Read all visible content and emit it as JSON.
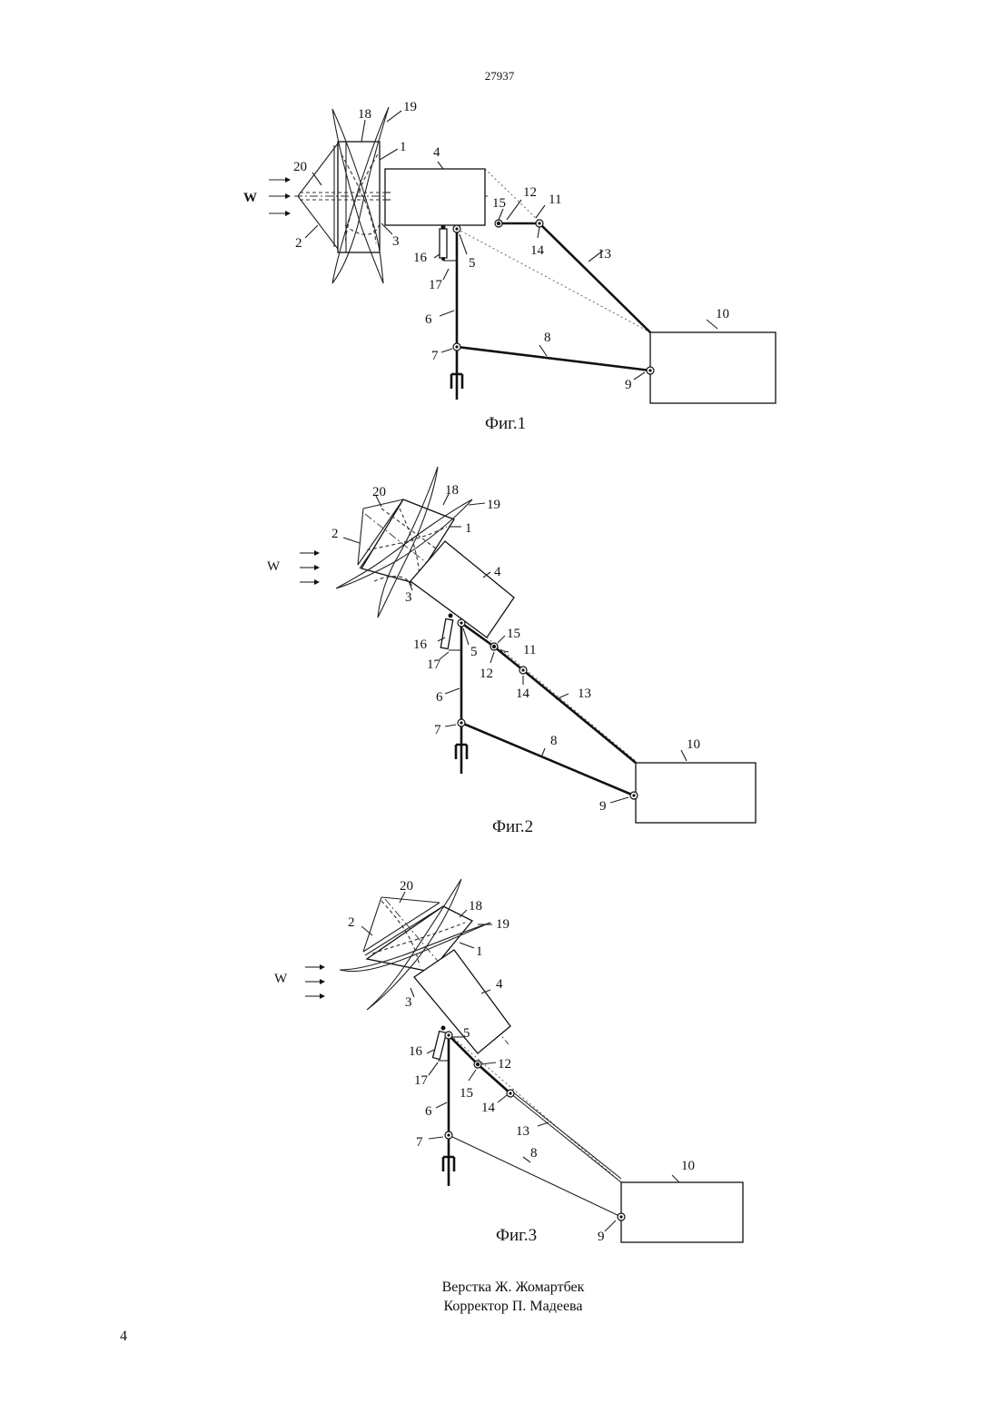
{
  "header": {
    "page_code": "27937"
  },
  "figures": [
    {
      "caption": "Фиг.1",
      "wind_label": "W",
      "labels": {
        "l1": "1",
        "l2": "2",
        "l3": "3",
        "l4": "4",
        "l5": "5",
        "l6": "6",
        "l7": "7",
        "l8": "8",
        "l9": "9",
        "l10": "10",
        "l11": "11",
        "l12": "12",
        "l13": "13",
        "l14": "14",
        "l15": "15",
        "l16": "16",
        "l17": "17",
        "l18": "18",
        "l19": "19",
        "l20": "20"
      }
    },
    {
      "caption": "Фиг.2",
      "wind_label": "W",
      "labels": {
        "l1": "1",
        "l2": "2",
        "l3": "3",
        "l4": "4",
        "l5": "5",
        "l6": "6",
        "l7": "7",
        "l8": "8",
        "l9": "9",
        "l10": "10",
        "l11": "11",
        "l12": "12",
        "l13": "13",
        "l14": "14",
        "l15": "15",
        "l16": "16",
        "l17": "17",
        "l18": "18",
        "l19": "19",
        "l20": "20"
      }
    },
    {
      "caption": "Фиг.3",
      "wind_label": "W",
      "labels": {
        "l1": "1",
        "l2": "2",
        "l3": "3",
        "l4": "4",
        "l5": "5",
        "l6": "6",
        "l7": "7",
        "l8": "8",
        "l9": "9",
        "l10": "10",
        "l12": "12",
        "l13": "13",
        "l14": "14",
        "l15": "15",
        "l16": "16",
        "l17": "17",
        "l18": "18",
        "l19": "19",
        "l20": "20"
      }
    }
  ],
  "footer": {
    "layout_credit": "Верстка Ж. Жомартбек",
    "corrector_credit": "Корректор П. Мадеева",
    "page_number": "4"
  }
}
